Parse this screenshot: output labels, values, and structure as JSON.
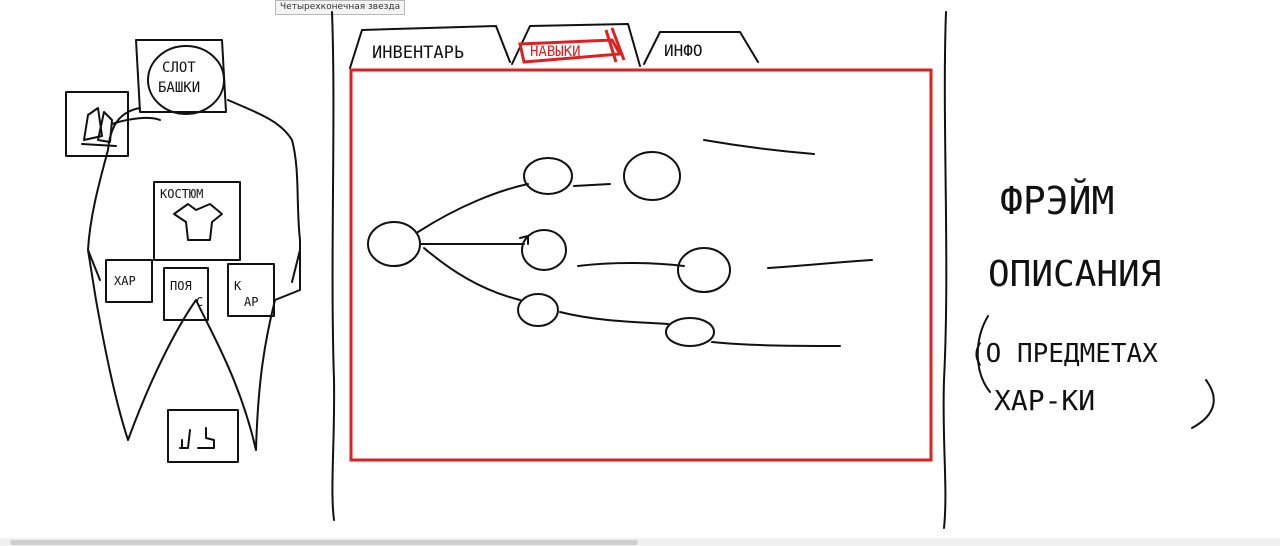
{
  "tooltip": "Четырехконечная звезда",
  "character": {
    "head_slot": [
      "СЛОТ",
      "БАШКИ"
    ],
    "costume": "КОСТЮМ",
    "left_slot": "ХАР",
    "belt": [
      "ПОЯ",
      "С"
    ],
    "right_slot": [
      "К",
      "АР"
    ]
  },
  "tabs": {
    "inventory": "ИНВЕНТАРЬ",
    "skills": "НАВЫКИ",
    "info": "ИНФО"
  },
  "description": {
    "line1": "ФРЭЙМ",
    "line2": "ОПИСАНИЯ",
    "line3": "(О ПРЕДМЕТАХ",
    "line4": "ХАР-КИ",
    "line5": ")"
  },
  "colors": {
    "ink": "#111111",
    "highlight": "#e02020"
  }
}
